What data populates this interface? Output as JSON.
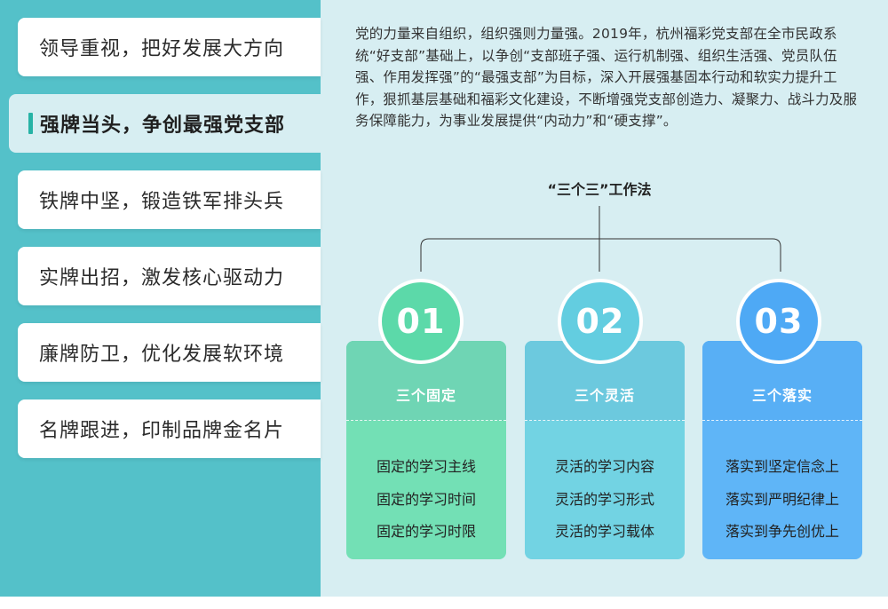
{
  "menu": {
    "items": [
      {
        "label": "领导重视，把好发展大方向"
      },
      {
        "label": "强牌当头，争创最强党支部"
      },
      {
        "label": "铁牌中坚，锻造铁军排头兵"
      },
      {
        "label": "实牌出招，激发核心驱动力"
      },
      {
        "label": "廉牌防卫，优化发展软环境"
      },
      {
        "label": "名牌跟进，印制品牌金名片"
      }
    ],
    "active_index": 1
  },
  "intro": {
    "text": "党的力量来自组织，组织强则力量强。2019年，杭州福彩党支部在全市民政系统“好支部”基础上，以争创“支部班子强、运行机制强、组织生活强、党员队伍强、作用发挥强”的“最强支部”为目标，深入开展强基固本行动和软实力提升工作，狠抓基层基础和福彩文化建设，不断增强党支部创造力、凝聚力、战斗力及服务保障能力，为事业发展提供“内动力”和“硬支撑”。"
  },
  "method": {
    "title": "“三个三”工作法",
    "cards": [
      {
        "number": "01",
        "title": "三个固定",
        "items": [
          "固定的学习主线",
          "固定的学习时间",
          "固定的学习时限"
        ],
        "colors": {
          "head": "#6fd5b4",
          "body": "#73e0b5",
          "circle": "#5cd9a9"
        }
      },
      {
        "number": "02",
        "title": "三个灵活",
        "items": [
          "灵活的学习内容",
          "灵活的学习形式",
          "灵活的学习载体"
        ],
        "colors": {
          "head": "#6cc9de",
          "body": "#72d3e3",
          "circle": "#63cde0"
        }
      },
      {
        "number": "03",
        "title": "三个落实",
        "items": [
          "落实到坚定信念上",
          "落实到严明纪律上",
          "落实到争先创优上"
        ],
        "colors": {
          "head": "#58aff5",
          "body": "#5fb5f7",
          "circle": "#4ea9f5"
        }
      }
    ]
  }
}
